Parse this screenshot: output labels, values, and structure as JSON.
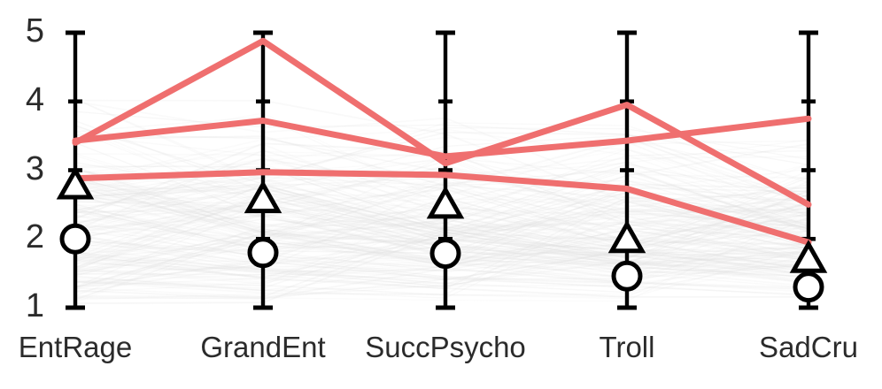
{
  "chart_data": {
    "type": "line",
    "title": "",
    "xlabel": "",
    "ylabel": "",
    "categories": [
      "EntRage",
      "GrandEnt",
      "SuccPsycho",
      "Troll",
      "SadCru"
    ],
    "ylim": [
      1,
      5
    ],
    "yticks": [
      1,
      2,
      3,
      4,
      5
    ],
    "ytick_labels": [
      "1",
      "2",
      "3",
      "4",
      "5"
    ],
    "grid": false,
    "legend": "none",
    "colors": {
      "highlight_line": "#ef6f6f",
      "background_line": "#e0e0e0",
      "marker": "#000000",
      "errorbar": "#000000",
      "text": "#2b2b2b",
      "background": "#ffffff"
    },
    "errorbars": {
      "name": "range-whiskers",
      "lower": [
        1,
        1,
        1,
        1,
        1
      ],
      "upper": [
        5,
        5,
        5,
        5,
        5
      ]
    },
    "markers": [
      {
        "name": "triangle-marker",
        "shape": "triangle",
        "values": [
          2.8,
          2.6,
          2.52,
          2.02,
          1.73
        ]
      },
      {
        "name": "circle-marker",
        "shape": "circle",
        "values": [
          2.0,
          1.8,
          1.79,
          1.46,
          1.3
        ]
      }
    ],
    "series": [
      {
        "name": "highlight-line-1",
        "color": "#ef6f6f",
        "values": [
          3.4,
          4.88,
          3.1,
          3.95,
          2.5
        ]
      },
      {
        "name": "highlight-line-2",
        "color": "#ef6f6f",
        "values": [
          3.43,
          3.72,
          3.2,
          3.43,
          3.75
        ]
      },
      {
        "name": "highlight-line-3",
        "color": "#ef6f6f",
        "values": [
          2.88,
          2.97,
          2.93,
          2.73,
          1.95
        ]
      }
    ],
    "background_series_count": 180,
    "background_series_note": "Faint grey parallel-coordinate lines for individual cases"
  }
}
